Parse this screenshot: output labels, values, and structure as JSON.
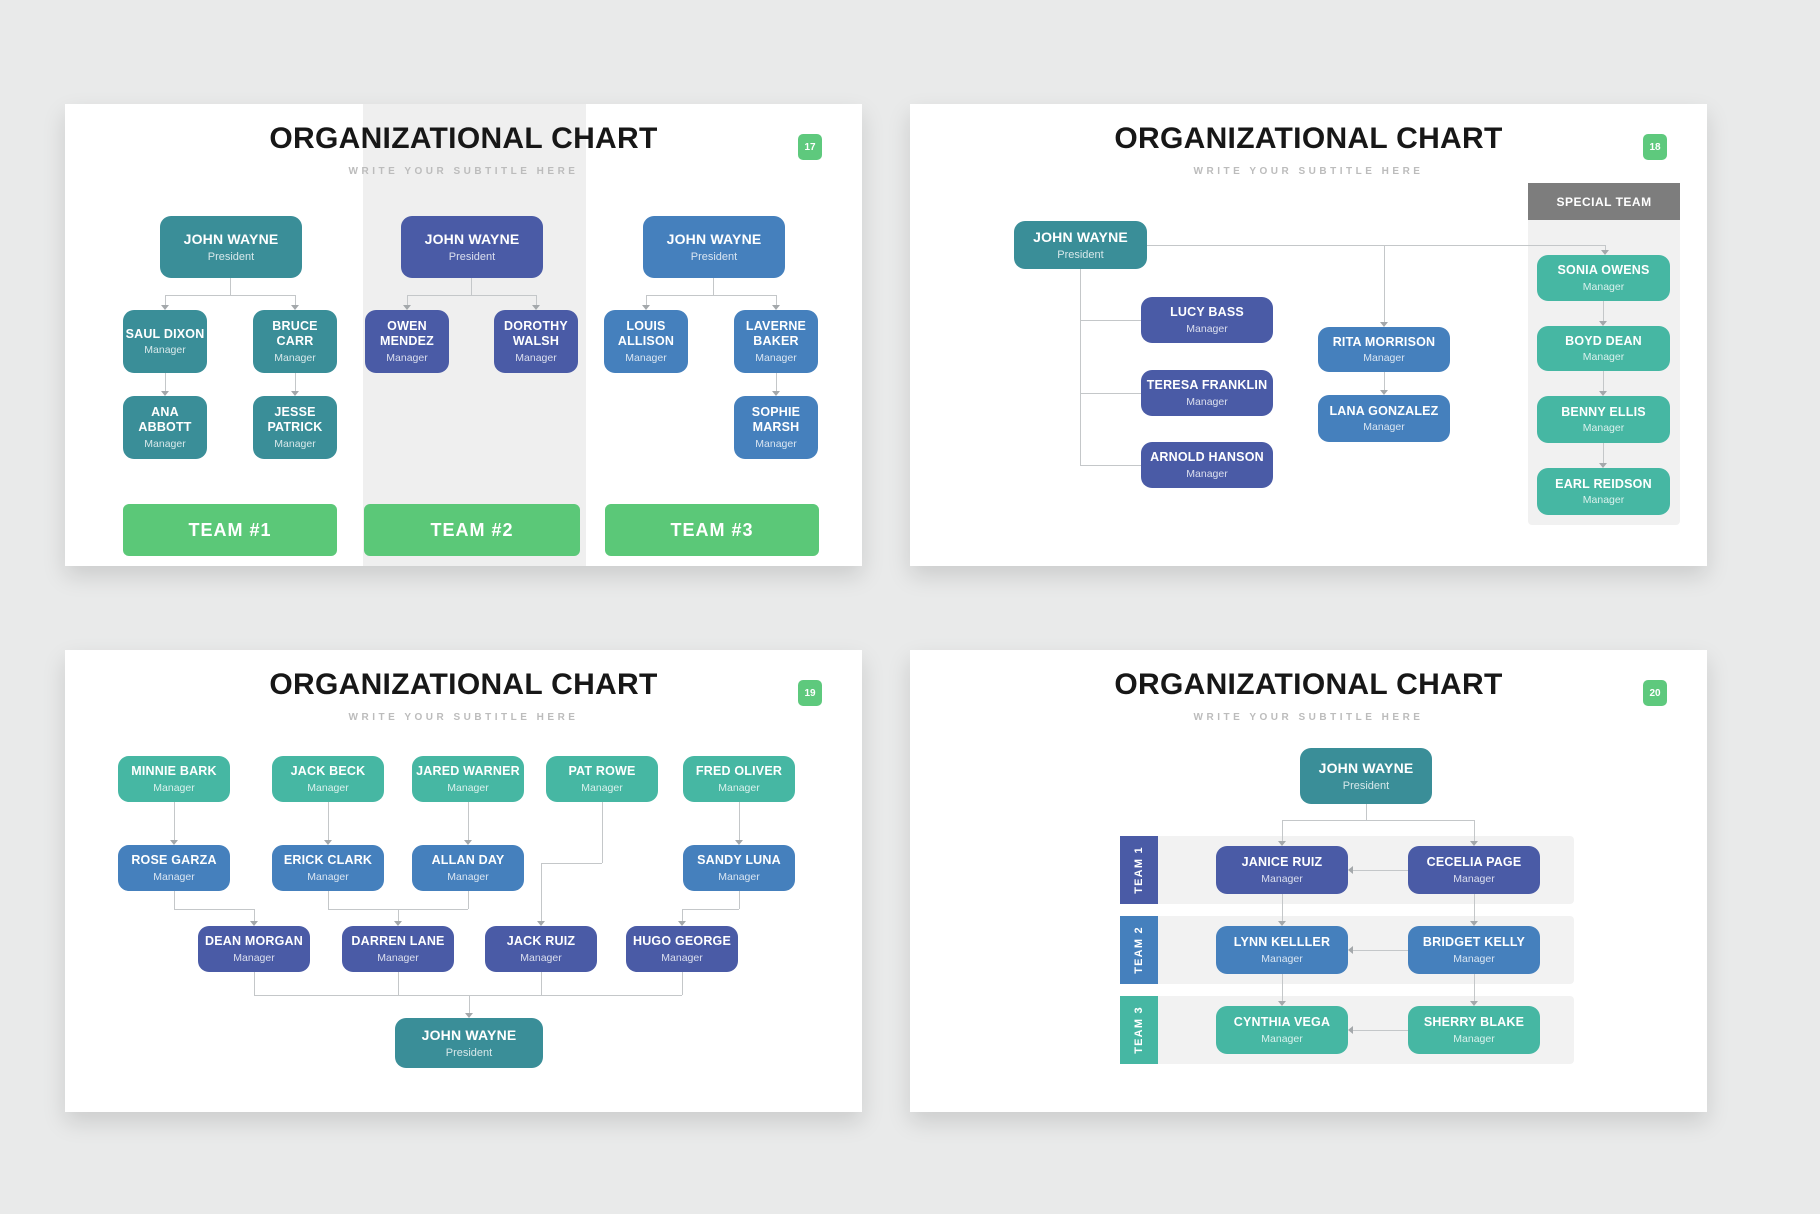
{
  "colors": {
    "page_bg": "#E9EAEA",
    "slide_bg": "#FFFFFF",
    "teal": "#3A8E98",
    "indigo": "#4A5BA6",
    "steel_blue": "#4580BD",
    "soft_green": "#46B7A3",
    "team_bar_green": "#5BC878",
    "badge_green": "#5EC97D",
    "special_header_gray": "#7D7D7D",
    "panel_gray": "#F1F1F1",
    "connector_gray": "#C4C7C9"
  },
  "slides": {
    "s17": {
      "title": "ORGANIZATIONAL CHART",
      "subtitle": "WRITE YOUR SUBTITLE HERE",
      "badge": "17",
      "columns": [
        {
          "team": "TEAM #1",
          "president": {
            "name": "JOHN WAYNE",
            "role": "President"
          },
          "managers": [
            {
              "name": "SAUL DIXON",
              "role": "Manager"
            },
            {
              "name": "BRUCE CARR",
              "role": "Manager"
            },
            {
              "name": "ANA ABBOTT",
              "role": "Manager"
            },
            {
              "name": "JESSE PATRICK",
              "role": "Manager"
            }
          ]
        },
        {
          "team": "TEAM #2",
          "president": {
            "name": "JOHN WAYNE",
            "role": "President"
          },
          "managers": [
            {
              "name": "OWEN MENDEZ",
              "role": "Manager"
            },
            {
              "name": "DOROTHY WALSH",
              "role": "Manager"
            }
          ]
        },
        {
          "team": "TEAM #3",
          "president": {
            "name": "JOHN WAYNE",
            "role": "President"
          },
          "managers": [
            {
              "name": "LOUIS ALLISON",
              "role": "Manager"
            },
            {
              "name": "LAVERNE BAKER",
              "role": "Manager"
            },
            {
              "name": "SOPHIE MARSH",
              "role": "Manager"
            }
          ]
        }
      ]
    },
    "s18": {
      "title": "ORGANIZATIONAL CHART",
      "subtitle": "WRITE YOUR SUBTITLE HERE",
      "badge": "18",
      "president": {
        "name": "JOHN WAYNE",
        "role": "President"
      },
      "branch_a": [
        {
          "name": "LUCY BASS",
          "role": "Manager"
        },
        {
          "name": "TERESA FRANKLIN",
          "role": "Manager"
        },
        {
          "name": "ARNOLD HANSON",
          "role": "Manager"
        }
      ],
      "branch_b": [
        {
          "name": "RITA MORRISON",
          "role": "Manager"
        },
        {
          "name": "LANA GONZALEZ",
          "role": "Manager"
        }
      ],
      "special": {
        "header": "SPECIAL TEAM",
        "members": [
          {
            "name": "SONIA OWENS",
            "role": "Manager"
          },
          {
            "name": "BOYD DEAN",
            "role": "Manager"
          },
          {
            "name": "BENNY ELLIS",
            "role": "Manager"
          },
          {
            "name": "EARL REIDSON",
            "role": "Manager"
          }
        ]
      }
    },
    "s19": {
      "title": "ORGANIZATIONAL CHART",
      "subtitle": "WRITE YOUR SUBTITLE HERE",
      "badge": "19",
      "row1": [
        {
          "name": "MINNIE BARK",
          "role": "Manager"
        },
        {
          "name": "JACK BECK",
          "role": "Manager"
        },
        {
          "name": "JARED WARNER",
          "role": "Manager"
        },
        {
          "name": "PAT ROWE",
          "role": "Manager"
        },
        {
          "name": "FRED OLIVER",
          "role": "Manager"
        }
      ],
      "row2": [
        {
          "name": "ROSE GARZA",
          "role": "Manager"
        },
        {
          "name": "ERICK CLARK",
          "role": "Manager"
        },
        {
          "name": "ALLAN DAY",
          "role": "Manager"
        },
        {
          "name": "SANDY LUNA",
          "role": "Manager"
        }
      ],
      "row3": [
        {
          "name": "DEAN MORGAN",
          "role": "Manager"
        },
        {
          "name": "DARREN LANE",
          "role": "Manager"
        },
        {
          "name": "JACK RUIZ",
          "role": "Manager"
        },
        {
          "name": "HUGO GEORGE",
          "role": "Manager"
        }
      ],
      "president": {
        "name": "JOHN WAYNE",
        "role": "President"
      }
    },
    "s20": {
      "title": "ORGANIZATIONAL CHART",
      "subtitle": "WRITE YOUR SUBTITLE HERE",
      "badge": "20",
      "president": {
        "name": "JOHN WAYNE",
        "role": "President"
      },
      "teams": [
        {
          "label": "TEAM 1",
          "members": [
            {
              "name": "JANICE RUIZ",
              "role": "Manager"
            },
            {
              "name": "CECELIA PAGE",
              "role": "Manager"
            }
          ]
        },
        {
          "label": "TEAM 2",
          "members": [
            {
              "name": "LYNN KELLLER",
              "role": "Manager"
            },
            {
              "name": "BRIDGET KELLY",
              "role": "Manager"
            }
          ]
        },
        {
          "label": "TEAM 3",
          "members": [
            {
              "name": "CYNTHIA VEGA",
              "role": "Manager"
            },
            {
              "name": "SHERRY BLAKE",
              "role": "Manager"
            }
          ]
        }
      ]
    }
  }
}
